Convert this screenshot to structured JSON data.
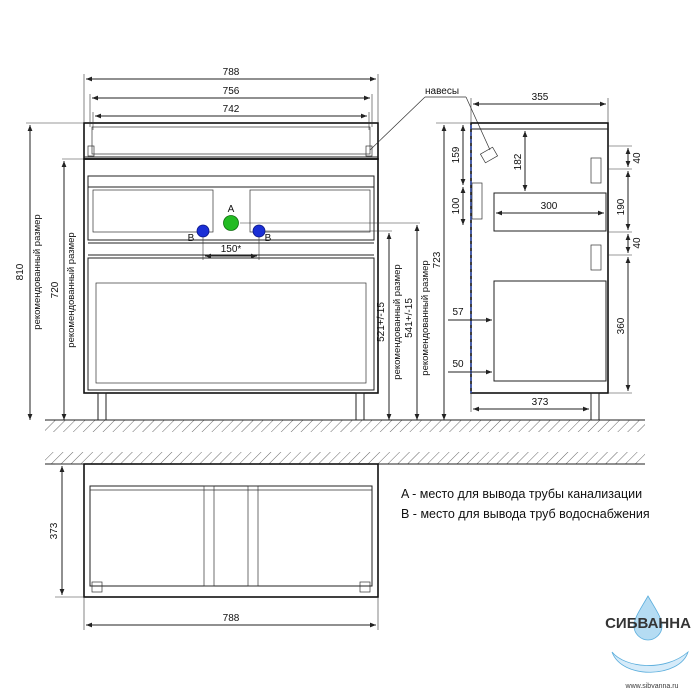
{
  "front_view": {
    "dim_788": "788",
    "dim_756": "756",
    "dim_742": "742",
    "dim_810": "810",
    "dim_720": "720",
    "dim_150": "150*",
    "dim_521": "521+/-15",
    "dim_541": "541+/-15",
    "dim_723": "723",
    "rec_size_left": "рекомендованный размер",
    "rec_size_inner": "рекомендованный размер",
    "rec_size_521": "рекомендованный размер",
    "rec_size_541": "рекомендованный размер",
    "point_a": "A",
    "point_b_left": "B",
    "point_b_right": "B",
    "naves_label": "навесы"
  },
  "side_view": {
    "dim_355": "355",
    "dim_159": "159",
    "dim_182": "182",
    "dim_100": "100",
    "dim_300": "300",
    "dim_57": "57",
    "dim_50": "50",
    "dim_373": "373",
    "dim_40_top": "40",
    "dim_190": "190",
    "dim_40_mid": "40",
    "dim_360": "360"
  },
  "top_view": {
    "dim_373": "373",
    "dim_788": "788"
  },
  "legend": {
    "line_a": "A - место для вывода трубы канализации",
    "line_b": "B - место для вывода труб водоснабжения"
  },
  "watermark": {
    "brand": "СИБВАННА",
    "url": "www.sibvanna.ru"
  },
  "colors": {
    "point_a": "#22bb22",
    "point_b": "#1a2fd6",
    "watermark": "#3d9fd6"
  }
}
